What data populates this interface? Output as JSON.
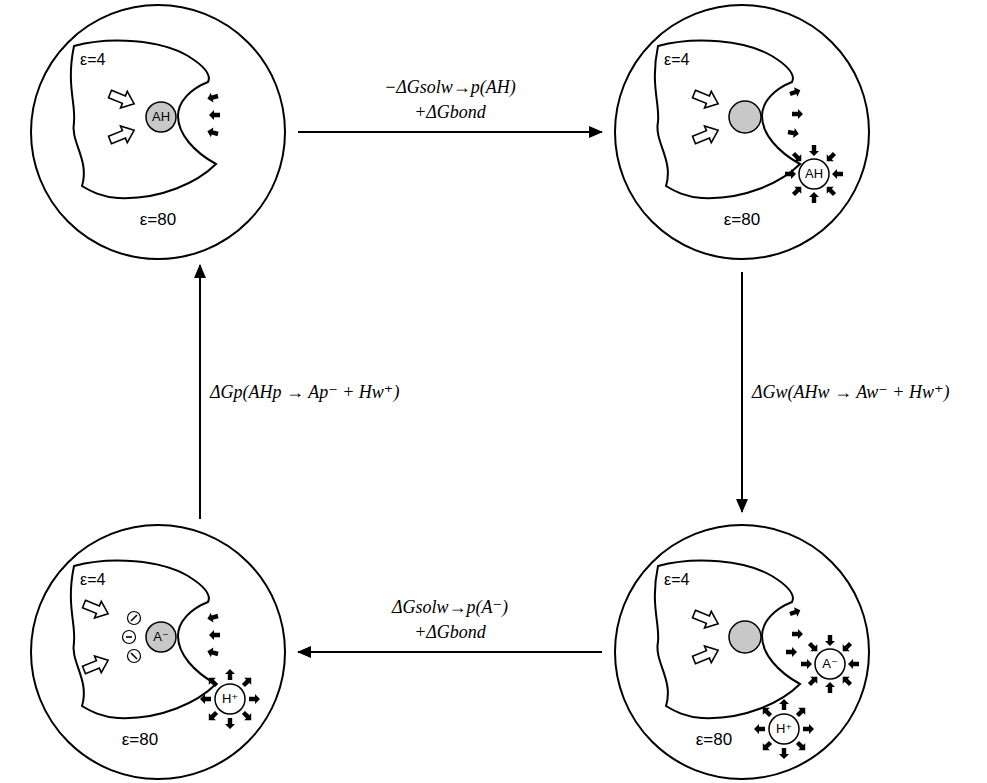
{
  "diagram": {
    "nodes": [
      {
        "text": [
          "ε=80"
        ]
      },
      {
        "text": [
          "ε=4"
        ],
        "in": 0
      },
      {
        "text": [
          "AH"
        ],
        "in": 1
      },
      {
        "text": [
          "ε=80"
        ]
      },
      {
        "text": [
          "ε=4"
        ],
        "in": 3
      },
      {
        "text": [
          "AH"
        ],
        "in": 3
      },
      {
        "text": [
          "ε=80"
        ]
      },
      {
        "text": [
          "ε=4"
        ],
        "in": 6
      },
      {
        "text": [
          "A⁻"
        ],
        "in": 6
      },
      {
        "text": [
          "H⁺"
        ],
        "in": 6
      },
      {
        "text": [
          "ε=80"
        ]
      },
      {
        "text": [
          "ε=4"
        ],
        "in": 10
      },
      {
        "text": [
          "A⁻"
        ],
        "in": 11
      },
      {
        "text": [
          "H⁺"
        ],
        "in": 10
      }
    ],
    "edges": [
      {
        "from": 0,
        "to": 3,
        "arrow": "to",
        "label": "−ΔGsolw→p(AH) +ΔGbond"
      },
      {
        "from": 3,
        "to": 6,
        "arrow": "to",
        "label": "ΔGw(AHw → Aw⁻ + Hw⁺)"
      },
      {
        "from": 6,
        "to": 10,
        "arrow": "to",
        "label": "ΔGsolw→p(A⁻) +ΔGbond"
      },
      {
        "from": 10,
        "to": 0,
        "arrow": "to",
        "label": "ΔGp(AHp → Ap⁻ + Hw⁺)"
      }
    ]
  }
}
